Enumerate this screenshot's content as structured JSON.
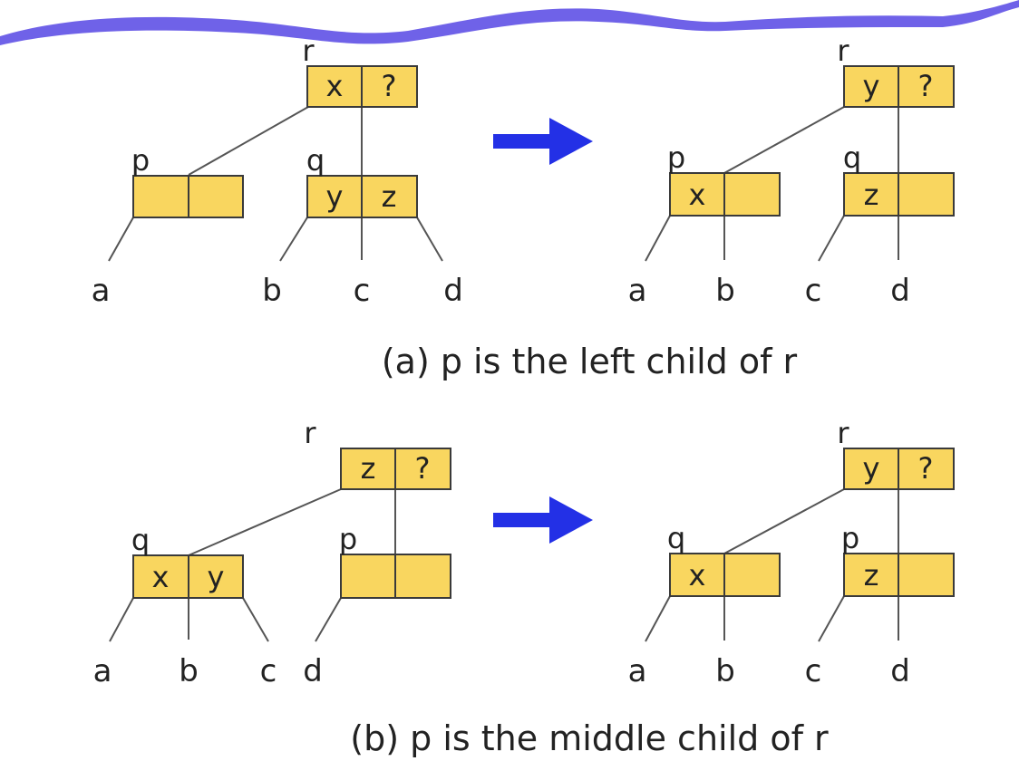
{
  "header": {
    "banner": "wavy-banner",
    "color": "#6f62e8"
  },
  "colors": {
    "node_fill": "#f9d65f",
    "edge": "#555555",
    "arrow": "#2330e6"
  },
  "cases": [
    {
      "caption": "(a) p is the left child of r",
      "before": {
        "nodes": [
          {
            "label": "r",
            "keys": [
              "x",
              "?"
            ]
          },
          {
            "label": "p",
            "keys": [
              "",
              ""
            ]
          },
          {
            "label": "q",
            "keys": [
              "y",
              "z"
            ]
          }
        ],
        "leaves": [
          "a",
          "b",
          "c",
          "d"
        ]
      },
      "after": {
        "nodes": [
          {
            "label": "r",
            "keys": [
              "y",
              "?"
            ]
          },
          {
            "label": "p",
            "keys": [
              "x",
              ""
            ]
          },
          {
            "label": "q",
            "keys": [
              "z",
              ""
            ]
          }
        ],
        "leaves": [
          "a",
          "b",
          "c",
          "d"
        ]
      }
    },
    {
      "caption": "(b) p is the middle child of r",
      "before": {
        "nodes": [
          {
            "label": "r",
            "keys": [
              "z",
              "?"
            ]
          },
          {
            "label": "q",
            "keys": [
              "x",
              "y"
            ]
          },
          {
            "label": "p",
            "keys": [
              "",
              ""
            ]
          }
        ],
        "leaves": [
          "a",
          "b",
          "c",
          "d"
        ]
      },
      "after": {
        "nodes": [
          {
            "label": "r",
            "keys": [
              "y",
              "?"
            ]
          },
          {
            "label": "q",
            "keys": [
              "x",
              ""
            ]
          },
          {
            "label": "p",
            "keys": [
              "z",
              ""
            ]
          }
        ],
        "leaves": [
          "a",
          "b",
          "c",
          "d"
        ]
      }
    }
  ]
}
